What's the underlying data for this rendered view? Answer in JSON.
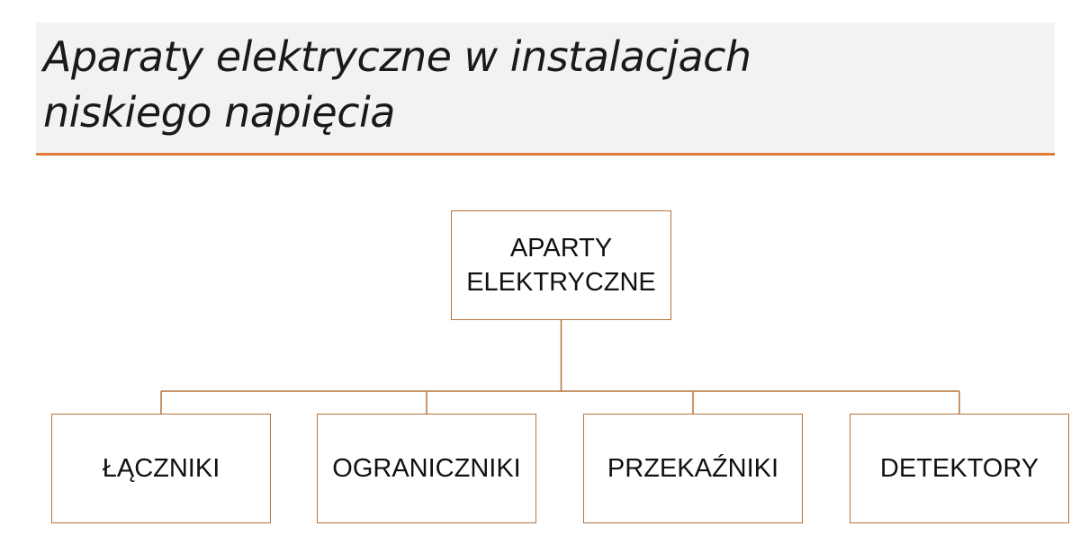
{
  "slide": {
    "title_line1": "Aparaty elektryczne w instalacjach",
    "title_line2": "niskiego napięcia"
  },
  "diagram": {
    "root": {
      "line1": "APARTY",
      "line2": "ELEKTRYCZNE"
    },
    "children": [
      {
        "label": "ŁĄCZNIKI"
      },
      {
        "label": "OGRANICZNIKI"
      },
      {
        "label": "PRZEKAŹNIKI"
      },
      {
        "label": "DETEKTORY"
      }
    ],
    "colors": {
      "border": "#b5733c",
      "connector": "#b5733c",
      "accent_rule": "#e07b39",
      "title_band": "#f2f2f2"
    }
  }
}
